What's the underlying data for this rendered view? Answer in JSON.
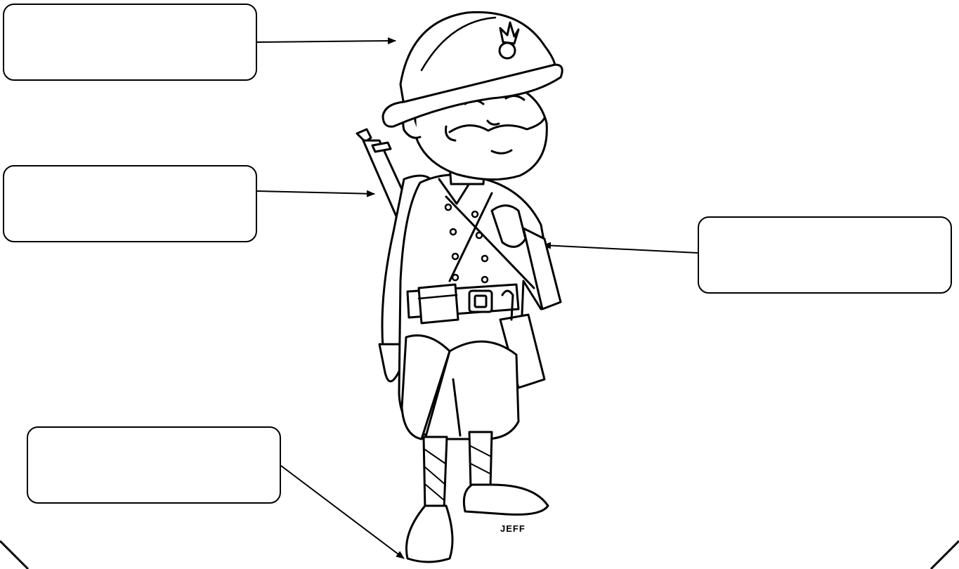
{
  "labels": [
    {
      "id": "helmet",
      "text": ""
    },
    {
      "id": "rifle",
      "text": ""
    },
    {
      "id": "sleeve",
      "text": ""
    },
    {
      "id": "boots",
      "text": ""
    }
  ],
  "illustration": {
    "subject": "soldier-drawing",
    "signature": "JEFF"
  },
  "colors": {
    "ink": "#000000",
    "paper": "#ffffff"
  }
}
